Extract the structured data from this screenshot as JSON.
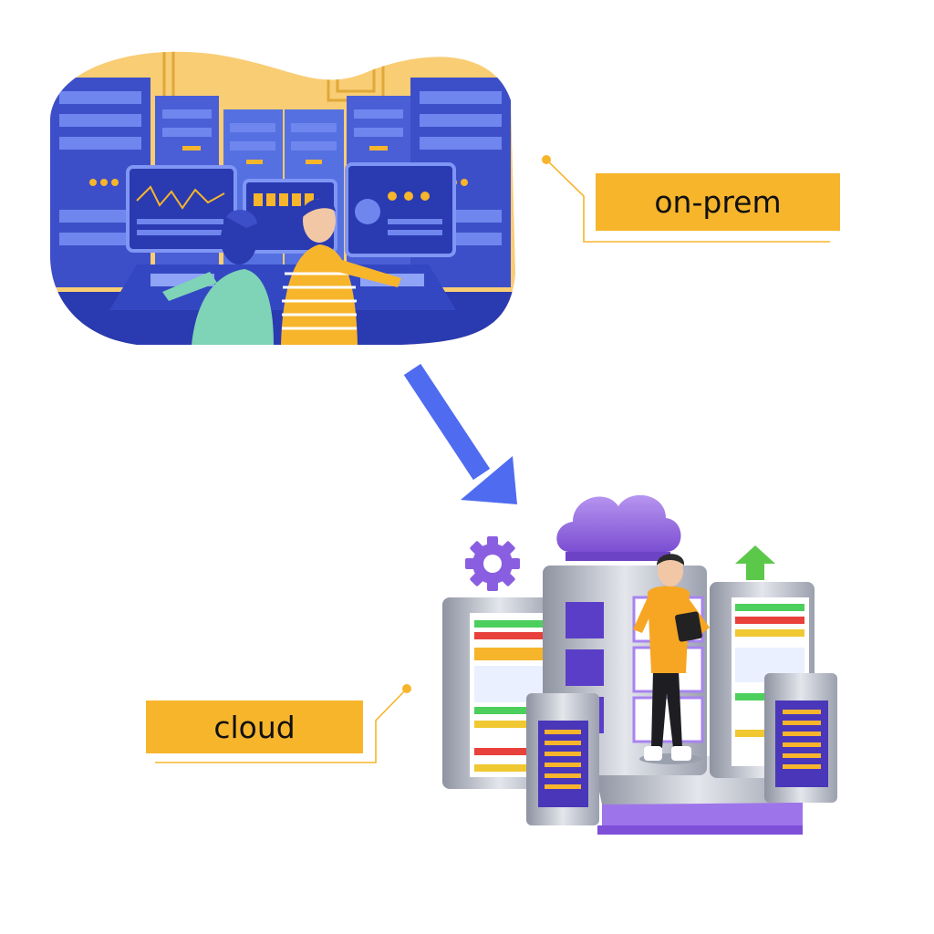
{
  "labels": {
    "on_prem": "on-prem",
    "cloud": "cloud"
  },
  "colors": {
    "background": "#ffffff",
    "label_fill": "#f7b52c",
    "connector": "#f7b52c",
    "arrow": "#4f6bf0",
    "server_blue": "#3d4fc8",
    "cloud_purple": "#9b6fe0",
    "person_yellow": "#f6a623",
    "arrow_green": "#5cc84a"
  },
  "icons": [
    "server-room-illustration",
    "operator-person-icon",
    "cloud-icon",
    "gear-icon",
    "upload-arrow-icon",
    "server-rack-icon",
    "person-with-tablet-icon"
  ]
}
